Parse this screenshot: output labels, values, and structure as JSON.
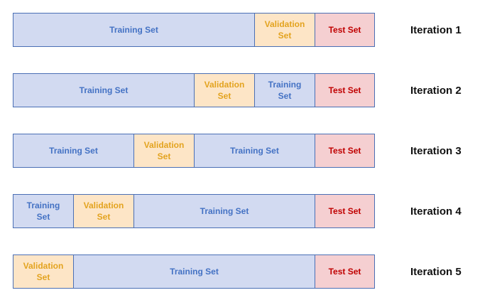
{
  "legend_colors": {
    "training": "#d2daf1",
    "validation": "#fde5c6",
    "test": "#f5cfd1"
  },
  "iterations": [
    {
      "label": "Iteration 1",
      "segments": [
        {
          "type": "train",
          "label": "Training Set"
        },
        {
          "type": "val",
          "label": "Validation\nSet"
        },
        {
          "type": "test",
          "label": "Test Set"
        }
      ]
    },
    {
      "label": "Iteration 2",
      "segments": [
        {
          "type": "train",
          "label": "Training Set"
        },
        {
          "type": "val",
          "label": "Validation\nSet"
        },
        {
          "type": "train",
          "label": "Training\nSet"
        },
        {
          "type": "test",
          "label": "Test Set"
        }
      ]
    },
    {
      "label": "Iteration 3",
      "segments": [
        {
          "type": "train",
          "label": "Training Set"
        },
        {
          "type": "val",
          "label": "Validation\nSet"
        },
        {
          "type": "train",
          "label": "Training Set"
        },
        {
          "type": "test",
          "label": "Test Set"
        }
      ]
    },
    {
      "label": "Iteration 4",
      "segments": [
        {
          "type": "train",
          "label": "Training\nSet"
        },
        {
          "type": "val",
          "label": "Validation\nSet"
        },
        {
          "type": "train",
          "label": "Training Set"
        },
        {
          "type": "test",
          "label": "Test Set"
        }
      ]
    },
    {
      "label": "Iteration 5",
      "segments": [
        {
          "type": "val",
          "label": "Validation\nSet"
        },
        {
          "type": "train",
          "label": "Training Set"
        },
        {
          "type": "test",
          "label": "Test Set"
        }
      ]
    }
  ]
}
